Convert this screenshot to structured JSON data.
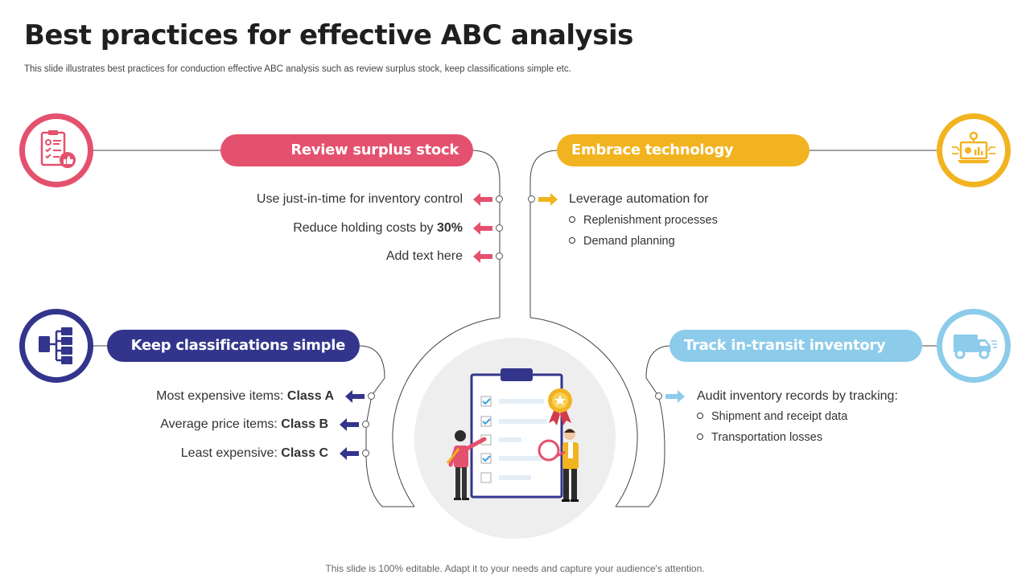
{
  "title": "Best practices for effective ABC analysis",
  "subtitle": "This slide illustrates best practices for conduction effective ABC analysis such as review surplus stock, keep classifications simple etc.",
  "footer": "This slide is 100% editable. Adapt it to your needs and capture your audience's attention.",
  "colors": {
    "red": "#e4516e",
    "yellow": "#f2b320",
    "navy": "#33358c",
    "blue": "#8ccbea"
  },
  "sections": {
    "review": {
      "heading": "Review surplus stock",
      "icon": "checklist-thumbs-up-icon",
      "items": [
        "Use just-in-time for inventory  control",
        "Reduce holding costs by",
        "Add text here"
      ],
      "items_bold": [
        "",
        "30%",
        ""
      ]
    },
    "technology": {
      "heading": "Embrace technology",
      "icon": "laptop-gear-icon",
      "lead": "Leverage automation for",
      "bullets": [
        "Replenishment processes",
        "Demand planning"
      ]
    },
    "classifications": {
      "heading": "Keep classifications simple",
      "icon": "hierarchy-icon",
      "items": [
        "Most expensive items:",
        "Average price items:",
        "Least expensive:"
      ],
      "items_bold": [
        "Class A",
        "Class B",
        "Class C"
      ]
    },
    "transit": {
      "heading": "Track in-transit inventory",
      "icon": "delivery-truck-icon",
      "lead": "Audit inventory  records by tracking:",
      "bullets": [
        "Shipment and receipt data",
        "Transportation losses"
      ]
    }
  }
}
